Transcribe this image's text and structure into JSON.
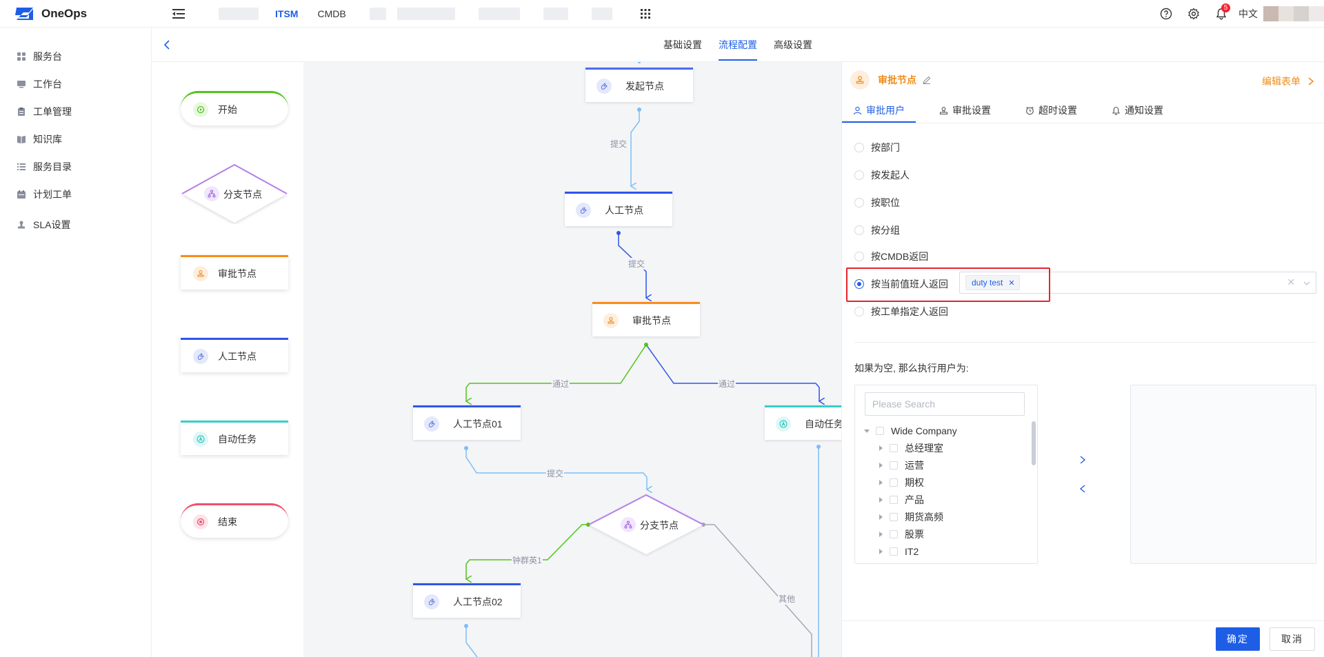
{
  "app": {
    "name": "OneOps"
  },
  "top_nav": {
    "items": [
      "ITSM",
      "CMDB"
    ],
    "active": "ITSM"
  },
  "top_right": {
    "notification_count": "5",
    "language": "中文"
  },
  "sidebar": {
    "items": [
      {
        "label": "服务台",
        "icon": "dashboard-icon"
      },
      {
        "label": "工作台",
        "icon": "monitor-icon"
      },
      {
        "label": "工单管理",
        "icon": "clipboard-icon"
      },
      {
        "label": "知识库",
        "icon": "book-icon"
      },
      {
        "label": "服务目录",
        "icon": "list-icon"
      },
      {
        "label": "计划工单",
        "icon": "calendar-icon"
      },
      {
        "label": "SLA设置",
        "icon": "stamp-icon"
      }
    ]
  },
  "sub_tabs": {
    "items": [
      "基础设置",
      "流程配置",
      "高级设置"
    ],
    "active": "流程配置"
  },
  "palette": {
    "nodes": [
      {
        "label": "开始",
        "kind": "start",
        "color": "#52c41a"
      },
      {
        "label": "分支节点",
        "kind": "branch",
        "color": "#b37feb"
      },
      {
        "label": "审批节点",
        "kind": "approval",
        "color": "#fa8c16"
      },
      {
        "label": "人工节点",
        "kind": "manual",
        "color": "#2f54eb"
      },
      {
        "label": "自动任务",
        "kind": "auto",
        "color": "#13c2c2"
      },
      {
        "label": "结束",
        "kind": "end",
        "color": "#f5222d"
      }
    ]
  },
  "flow": {
    "nodes": [
      {
        "id": "initiate",
        "label": "发起节点"
      },
      {
        "id": "manual",
        "label": "人工节点"
      },
      {
        "id": "approval",
        "label": "审批节点"
      },
      {
        "id": "manual01",
        "label": "人工节点01"
      },
      {
        "id": "auto",
        "label": "自动任务"
      },
      {
        "id": "branch",
        "label": "分支节点"
      },
      {
        "id": "manual02",
        "label": "人工节点02"
      }
    ],
    "edge_labels": {
      "submit1": "提交",
      "submit2": "提交",
      "pass_left": "通过",
      "pass_right": "通过",
      "submit3": "提交",
      "branch_left": "钟群英1",
      "other": "其他"
    }
  },
  "panel": {
    "title": "审批节点",
    "edit_form_label": "编辑表单",
    "tabs": [
      "审批用户",
      "审批设置",
      "超时设置",
      "通知设置"
    ],
    "active_tab": "审批用户",
    "options": [
      {
        "label": "按部门",
        "checked": false
      },
      {
        "label": "按发起人",
        "checked": false
      },
      {
        "label": "按职位",
        "checked": false
      },
      {
        "label": "按分组",
        "checked": false
      },
      {
        "label": "按CMDB返回",
        "checked": false
      },
      {
        "label": "按当前值班人返回",
        "checked": true
      },
      {
        "label": "按工单指定人返回",
        "checked": false
      }
    ],
    "selected_tag": "duty test",
    "empty_user_label": "如果为空, 那么执行用户为:",
    "tree": {
      "search_placeholder": "Please Search",
      "root": "Wide Company",
      "children": [
        "总经理室",
        "运营",
        "期权",
        "产品",
        "期货高频",
        "股票",
        "IT2"
      ]
    },
    "buttons": {
      "ok": "确定",
      "cancel": "取消"
    }
  }
}
